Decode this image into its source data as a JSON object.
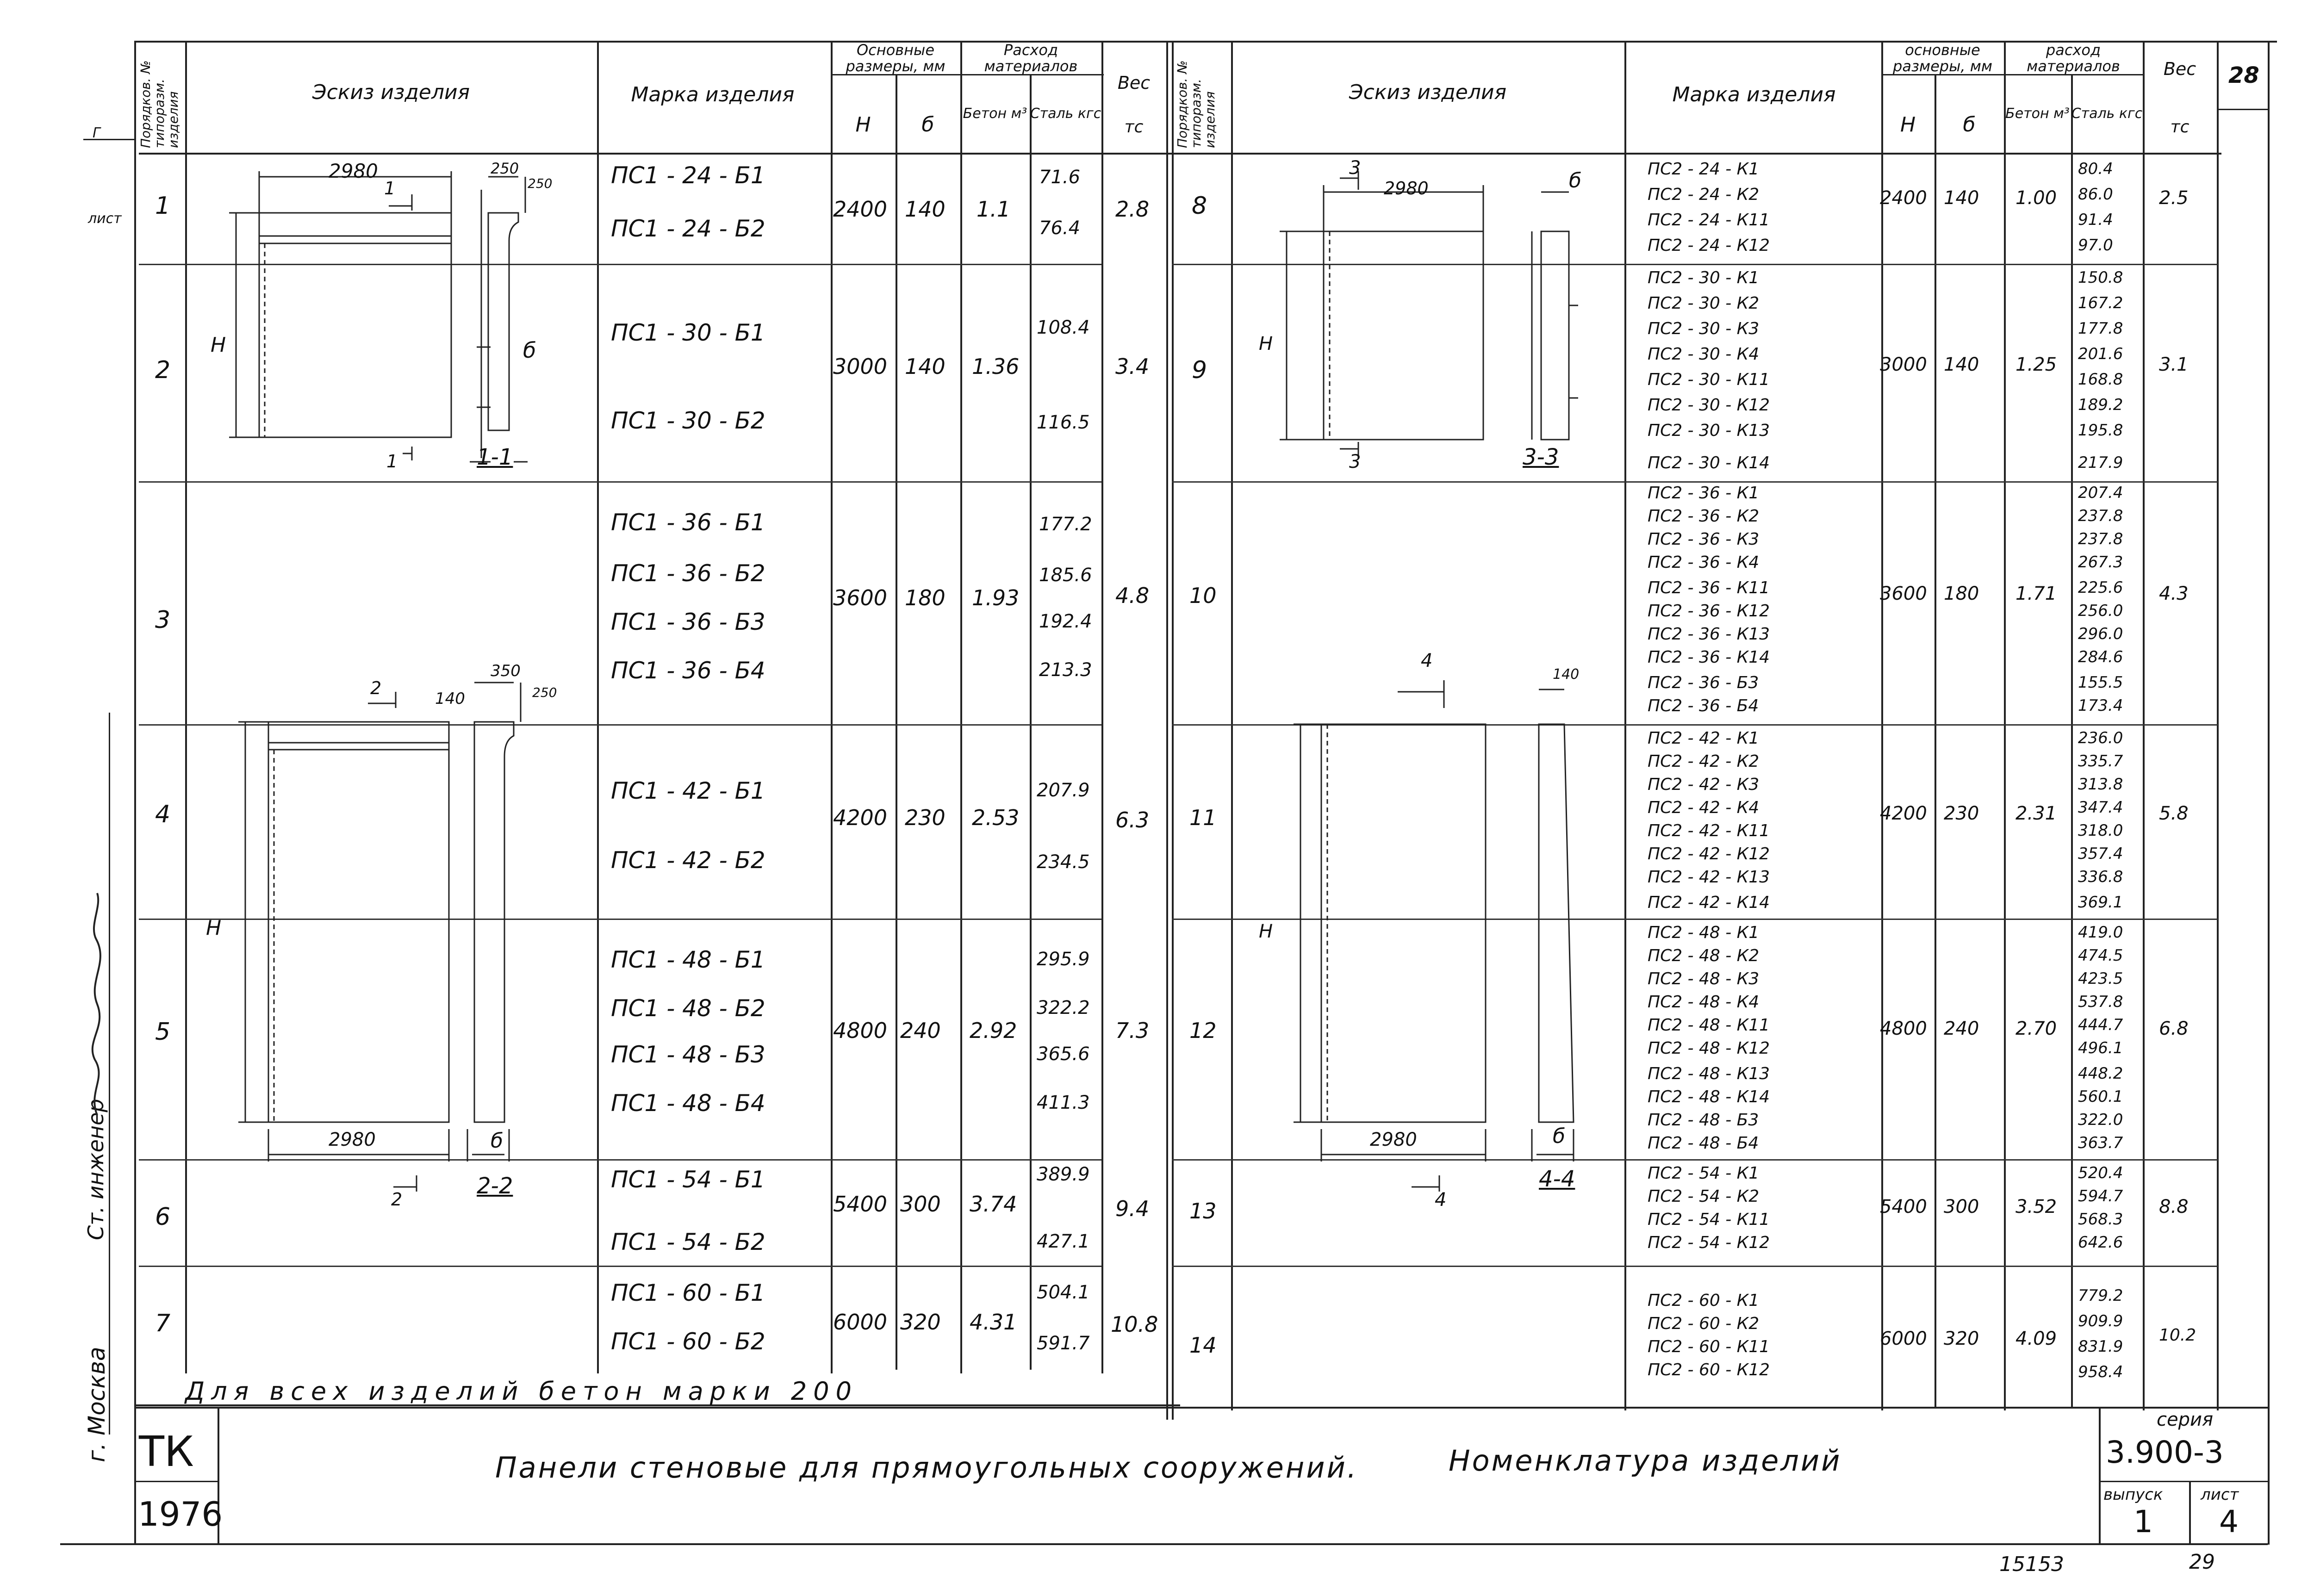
{
  "sheet": {
    "page_number": "28",
    "left_margin_labels": [
      "Ст. инженер",
      "г. Москва"
    ],
    "footer_note": "Для всех изделий бетон марки 200",
    "stamp_org": "ТК",
    "stamp_year": "1976",
    "title": "Панели стеновые для прямоугольных сооружений.",
    "subtitle": "Номенклатура изделий",
    "series_label": "серия",
    "series_value": "3.900-3",
    "issue_label": "выпуск",
    "issue_value": "1",
    "list_label": "лист",
    "list_value": "4",
    "bottom_code": "15153",
    "bottom_page": "29",
    "left_tags": [
      "Г",
      "лист"
    ]
  },
  "headers": {
    "pos": "Порядков. № типоразм. изделия",
    "sketch": "Эскиз изделия",
    "mark": "Марка изделия",
    "main_dims": "Основные размеры, мм",
    "h": "Н",
    "b": "б",
    "consumption": "Расход материалов",
    "concrete": "Бетон м³",
    "steel": "Сталь кгс",
    "weight": "Вес",
    "weight_unit": "тс",
    "main_dims_right": "основные размеры, мм",
    "consumption_right": "расход материалов"
  },
  "sketch_labels": {
    "dim_2980": "2980",
    "dim_250": "250",
    "dim_350": "350",
    "dim_140": "140",
    "h": "Н",
    "b": "б",
    "sec_1": "1-1",
    "sec_2": "2-2",
    "sec_3": "3-3",
    "sec_4": "4-4",
    "mark_1": "1",
    "mark_2": "2",
    "mark_3": "3",
    "mark_4": "4"
  },
  "left_rows": [
    {
      "pos": "1",
      "marks": [
        "ПС1 - 24 - Б1",
        "ПС1 - 24 - Б2"
      ],
      "h": "2400",
      "b": "140",
      "concrete": "1.1",
      "steel": [
        "71.6",
        "76.4"
      ],
      "weight": "2.8"
    },
    {
      "pos": "2",
      "marks": [
        "ПС1 - 30 - Б1",
        "ПС1 - 30 - Б2"
      ],
      "h": "3000",
      "b": "140",
      "concrete": "1.36",
      "steel": [
        "108.4",
        "116.5"
      ],
      "weight": "3.4"
    },
    {
      "pos": "3",
      "marks": [
        "ПС1 - 36 - Б1",
        "ПС1 - 36 - Б2",
        "ПС1 - 36 - Б3",
        "ПС1 - 36 - Б4"
      ],
      "h": "3600",
      "b": "180",
      "concrete": "1.93",
      "steel": [
        "177.2",
        "185.6",
        "192.4",
        "213.3"
      ],
      "weight": "4.8"
    },
    {
      "pos": "4",
      "marks": [
        "ПС1 - 42 - Б1",
        "ПС1 - 42 - Б2"
      ],
      "h": "4200",
      "b": "230",
      "concrete": "2.53",
      "steel": [
        "207.9",
        "234.5"
      ],
      "weight": "6.3"
    },
    {
      "pos": "5",
      "marks": [
        "ПС1 - 48 - Б1",
        "ПС1 - 48 - Б2",
        "ПС1 - 48 - Б3",
        "ПС1 - 48 - Б4"
      ],
      "h": "4800",
      "b": "240",
      "concrete": "2.92",
      "steel": [
        "295.9",
        "322.2",
        "365.6",
        "411.3"
      ],
      "weight": "7.3"
    },
    {
      "pos": "6",
      "marks": [
        "ПС1 - 54 - Б1",
        "ПС1 - 54 - Б2"
      ],
      "h": "5400",
      "b": "300",
      "concrete": "3.74",
      "steel": [
        "389.9",
        "427.1"
      ],
      "weight": "9.4"
    },
    {
      "pos": "7",
      "marks": [
        "ПС1 - 60 - Б1",
        "ПС1 - 60 - Б2"
      ],
      "h": "6000",
      "b": "320",
      "concrete": "4.31",
      "steel": [
        "504.1",
        "591.7"
      ],
      "weight": "10.8"
    }
  ],
  "right_rows": [
    {
      "pos": "8",
      "marks": [
        "ПС2 - 24 - К1",
        "ПС2 - 24 - К2",
        "ПС2 - 24 - К11",
        "ПС2 - 24 - К12"
      ],
      "h": "2400",
      "b": "140",
      "concrete": "1.00",
      "steel": [
        "80.4",
        "86.0",
        "91.4",
        "97.0"
      ],
      "weight": "2.5"
    },
    {
      "pos": "9",
      "marks": [
        "ПС2 - 30 - К1",
        "ПС2 - 30 - К2",
        "ПС2 - 30 - К3",
        "ПС2 - 30 - К4",
        "ПС2 - 30 - К11",
        "ПС2 - 30 - К12",
        "ПС2 - 30 - К13",
        "ПС2 - 30 - К14"
      ],
      "h": "3000",
      "b": "140",
      "concrete": "1.25",
      "steel": [
        "150.8",
        "167.2",
        "177.8",
        "201.6",
        "168.8",
        "189.2",
        "195.8",
        "217.9"
      ],
      "weight": "3.1"
    },
    {
      "pos": "10",
      "marks": [
        "ПС2 - 36 - К1",
        "ПС2 - 36 - К2",
        "ПС2 - 36 - К3",
        "ПС2 - 36 - К4",
        "ПС2 - 36 - К11",
        "ПС2 - 36 - К12",
        "ПС2 - 36 - К13",
        "ПС2 - 36 - К14",
        "ПС2 - 36 - Б3",
        "ПС2 - 36 - Б4"
      ],
      "h": "3600",
      "b": "180",
      "concrete": "1.71",
      "steel": [
        "207.4",
        "237.8",
        "237.8",
        "267.3",
        "225.6",
        "256.0",
        "296.0",
        "284.6",
        "155.5",
        "173.4"
      ],
      "weight": "4.3"
    },
    {
      "pos": "11",
      "marks": [
        "ПС2 - 42 - К1",
        "ПС2 - 42 - К2",
        "ПС2 - 42 - К3",
        "ПС2 - 42 - К4",
        "ПС2 - 42 - К11",
        "ПС2 - 42 - К12",
        "ПС2 - 42 - К13",
        "ПС2 - 42 - К14"
      ],
      "h": "4200",
      "b": "230",
      "concrete": "2.31",
      "steel": [
        "236.0",
        "335.7",
        "313.8",
        "347.4",
        "318.0",
        "357.4",
        "336.8",
        "369.1"
      ],
      "weight": "5.8"
    },
    {
      "pos": "12",
      "marks": [
        "ПС2 - 48 - К1",
        "ПС2 - 48 - К2",
        "ПС2 - 48 - К3",
        "ПС2 - 48 - К4",
        "ПС2 - 48 - К11",
        "ПС2 - 48 - К12",
        "ПС2 - 48 - К13",
        "ПС2 - 48 - К14",
        "ПС2 - 48 - Б3",
        "ПС2 - 48 - Б4"
      ],
      "h": "4800",
      "b": "240",
      "concrete": "2.70",
      "steel": [
        "419.0",
        "474.5",
        "423.5",
        "537.8",
        "444.7",
        "496.1",
        "448.2",
        "560.1",
        "322.0",
        "363.7"
      ],
      "weight": "6.8"
    },
    {
      "pos": "13",
      "marks": [
        "ПС2 - 54 - К1",
        "ПС2 - 54 - К2",
        "ПС2 - 54 - К11",
        "ПС2 - 54 - К12"
      ],
      "h": "5400",
      "b": "300",
      "concrete": "3.52",
      "steel": [
        "520.4",
        "594.7",
        "568.3",
        "642.6"
      ],
      "weight": "8.8"
    },
    {
      "pos": "14",
      "marks": [
        "ПС2 - 60 - К1",
        "ПС2 - 60 - К2",
        "ПС2 - 60 - К11",
        "ПС2 - 60 - К12"
      ],
      "h": "6000",
      "b": "320",
      "concrete": "4.09",
      "steel": [
        "779.2",
        "909.9",
        "831.9",
        "958.4"
      ],
      "weight": "10.2"
    }
  ]
}
